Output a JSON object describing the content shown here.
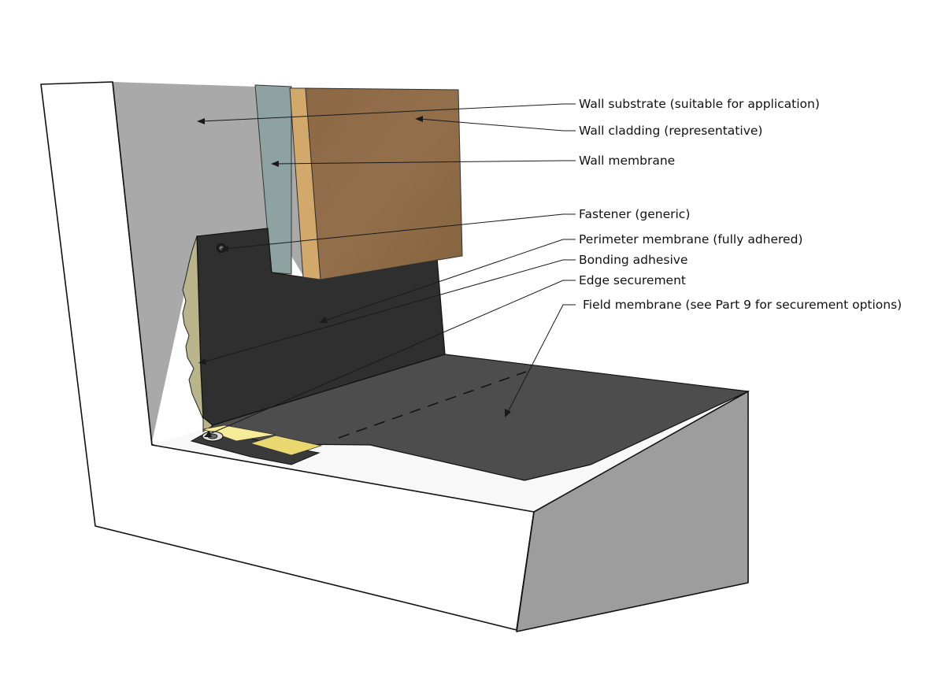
{
  "callouts": [
    {
      "id": "wall-substrate",
      "label": "Wall substrate (suitable for application)"
    },
    {
      "id": "wall-cladding",
      "label": "Wall cladding (representative)"
    },
    {
      "id": "wall-membrane",
      "label": "Wall membrane"
    },
    {
      "id": "fastener",
      "label": "Fastener (generic)"
    },
    {
      "id": "perimeter-membrane",
      "label": "Perimeter membrane (fully adhered)"
    },
    {
      "id": "bonding-adhesive",
      "label": "Bonding adhesive"
    },
    {
      "id": "edge-securement",
      "label": "Edge securement"
    },
    {
      "id": "field-membrane",
      "label": "Field membrane (see Part 9 for securement options)"
    }
  ],
  "colors": {
    "background": "#ffffff",
    "substrate_white": "#f7f7f7",
    "substrate_side": "#9c9c9c",
    "wall_substrate": "#a9a9a9",
    "wall_membrane": "#8fa3a3",
    "cladding": "#8e6a45",
    "cladding_edge": "#d3a86b",
    "perimeter_membrane": "#2f2f2f",
    "field_membrane": "#4d4d4d",
    "bonding_adhesive": "#b9b48a",
    "edge_tape": "#f3e58c"
  }
}
